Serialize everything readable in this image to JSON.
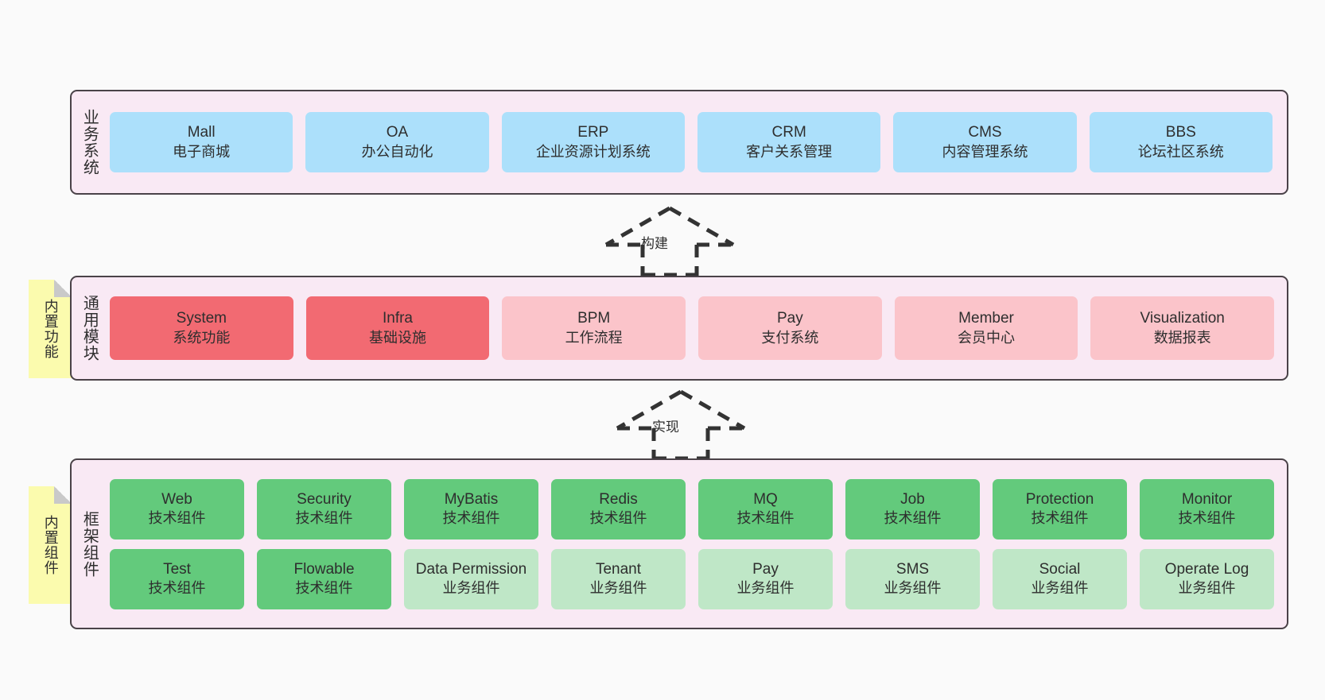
{
  "diagram": {
    "background": "#fafafa",
    "panel_bg": "#f9e9f4",
    "panel_border": "#4a4248",
    "sticky_bg": "#fbfbae"
  },
  "layers": [
    {
      "id": "business",
      "title": "业务系统",
      "sticky": null,
      "rows": [
        {
          "cells": [
            {
              "name": "Mall",
              "sub": "电子商城",
              "color": "#ace0fb",
              "style": "c-blue"
            },
            {
              "name": "OA",
              "sub": "办公自动化",
              "color": "#ace0fb",
              "style": "c-blue"
            },
            {
              "name": "ERP",
              "sub": "企业资源计划系统",
              "color": "#ace0fb",
              "style": "c-blue"
            },
            {
              "name": "CRM",
              "sub": "客户关系管理",
              "color": "#ace0fb",
              "style": "c-blue"
            },
            {
              "name": "CMS",
              "sub": "内容管理系统",
              "color": "#ace0fb",
              "style": "c-blue"
            },
            {
              "name": "BBS",
              "sub": "论坛社区系统",
              "color": "#ace0fb",
              "style": "c-blue"
            }
          ]
        }
      ]
    },
    {
      "id": "common",
      "title": "通用模块",
      "sticky": "内置功能",
      "rows": [
        {
          "cells": [
            {
              "name": "System",
              "sub": "系统功能",
              "color": "#f26a72",
              "style": "c-red"
            },
            {
              "name": "Infra",
              "sub": "基础设施",
              "color": "#f26a72",
              "style": "c-red"
            },
            {
              "name": "BPM",
              "sub": "工作流程",
              "color": "#fbc4ca",
              "style": "c-pink"
            },
            {
              "name": "Pay",
              "sub": "支付系统",
              "color": "#fbc4ca",
              "style": "c-pink"
            },
            {
              "name": "Member",
              "sub": "会员中心",
              "color": "#fbc4ca",
              "style": "c-pink"
            },
            {
              "name": "Visualization",
              "sub": "数据报表",
              "color": "#fbc4ca",
              "style": "c-pink"
            }
          ]
        }
      ]
    },
    {
      "id": "frame",
      "title": "框架组件",
      "sticky": "内置组件",
      "rows": [
        {
          "cells": [
            {
              "name": "Web",
              "sub": "技术组件",
              "color": "#63ca7c",
              "style": "c-green"
            },
            {
              "name": "Security",
              "sub": "技术组件",
              "color": "#63ca7c",
              "style": "c-green"
            },
            {
              "name": "MyBatis",
              "sub": "技术组件",
              "color": "#63ca7c",
              "style": "c-green"
            },
            {
              "name": "Redis",
              "sub": "技术组件",
              "color": "#63ca7c",
              "style": "c-green"
            },
            {
              "name": "MQ",
              "sub": "技术组件",
              "color": "#63ca7c",
              "style": "c-green"
            },
            {
              "name": "Job",
              "sub": "技术组件",
              "color": "#63ca7c",
              "style": "c-green"
            },
            {
              "name": "Protection",
              "sub": "技术组件",
              "color": "#63ca7c",
              "style": "c-green"
            },
            {
              "name": "Monitor",
              "sub": "技术组件",
              "color": "#63ca7c",
              "style": "c-green"
            }
          ]
        },
        {
          "cells": [
            {
              "name": "Test",
              "sub": "技术组件",
              "color": "#63ca7c",
              "style": "c-green"
            },
            {
              "name": "Flowable",
              "sub": "技术组件",
              "color": "#63ca7c",
              "style": "c-green"
            },
            {
              "name": "Data Permission",
              "sub": "业务组件",
              "color": "#bfe7c7",
              "style": "c-greenlight"
            },
            {
              "name": "Tenant",
              "sub": "业务组件",
              "color": "#bfe7c7",
              "style": "c-greenlight"
            },
            {
              "name": "Pay",
              "sub": "业务组件",
              "color": "#bfe7c7",
              "style": "c-greenlight"
            },
            {
              "name": "SMS",
              "sub": "业务组件",
              "color": "#bfe7c7",
              "style": "c-greenlight"
            },
            {
              "name": "Social",
              "sub": "业务组件",
              "color": "#bfe7c7",
              "style": "c-greenlight"
            },
            {
              "name": "Operate Log",
              "sub": "业务组件",
              "color": "#bfe7c7",
              "style": "c-greenlight"
            }
          ]
        }
      ]
    }
  ],
  "connectors": [
    {
      "id": "build",
      "label": "构建",
      "from": "common",
      "to": "business",
      "style": "dashed-generalization"
    },
    {
      "id": "impl",
      "label": "实现",
      "from": "frame",
      "to": "common",
      "style": "dashed-generalization"
    }
  ]
}
